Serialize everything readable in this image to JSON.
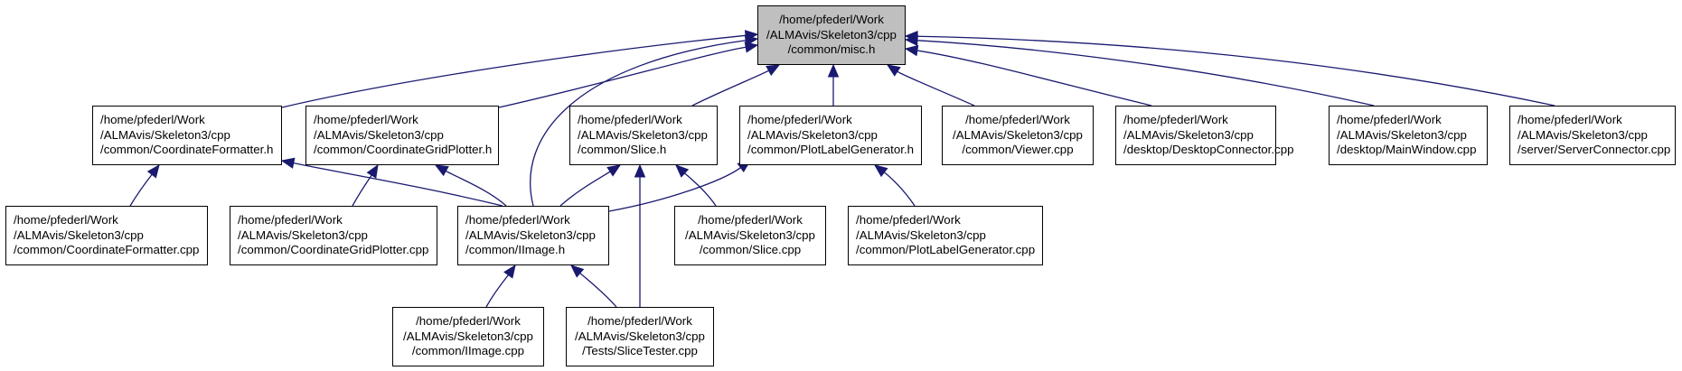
{
  "colors": {
    "edge": "#191970",
    "root_fill": "#bfbfbf",
    "node_fill": "#ffffff",
    "border": "#000000"
  },
  "nodes": {
    "misc_h": [
      "/home/pfederl/Work",
      "/ALMAvis/Skeleton3/cpp",
      "/common/misc.h"
    ],
    "coord_fmt_h": [
      "/home/pfederl/Work",
      "/ALMAvis/Skeleton3/cpp",
      "/common/CoordinateFormatter.h"
    ],
    "coord_grid_h": [
      "/home/pfederl/Work",
      "/ALMAvis/Skeleton3/cpp",
      "/common/CoordinateGridPlotter.h"
    ],
    "slice_h": [
      "/home/pfederl/Work",
      "/ALMAvis/Skeleton3/cpp",
      "/common/Slice.h"
    ],
    "plot_label_h": [
      "/home/pfederl/Work",
      "/ALMAvis/Skeleton3/cpp",
      "/common/PlotLabelGenerator.h"
    ],
    "viewer_cpp": [
      "/home/pfederl/Work",
      "/ALMAvis/Skeleton3/cpp",
      "/common/Viewer.cpp"
    ],
    "desktop_conn_cpp": [
      "/home/pfederl/Work",
      "/ALMAvis/Skeleton3/cpp",
      "/desktop/DesktopConnector.cpp"
    ],
    "main_window_cpp": [
      "/home/pfederl/Work",
      "/ALMAvis/Skeleton3/cpp",
      "/desktop/MainWindow.cpp"
    ],
    "server_conn_cpp": [
      "/home/pfederl/Work",
      "/ALMAvis/Skeleton3/cpp",
      "/server/ServerConnector.cpp"
    ],
    "coord_fmt_cpp": [
      "/home/pfederl/Work",
      "/ALMAvis/Skeleton3/cpp",
      "/common/CoordinateFormatter.cpp"
    ],
    "coord_grid_cpp": [
      "/home/pfederl/Work",
      "/ALMAvis/Skeleton3/cpp",
      "/common/CoordinateGridPlotter.cpp"
    ],
    "iimage_h": [
      "/home/pfederl/Work",
      "/ALMAvis/Skeleton3/cpp",
      "/common/IImage.h"
    ],
    "slice_cpp": [
      "/home/pfederl/Work",
      "/ALMAvis/Skeleton3/cpp",
      "/common/Slice.cpp"
    ],
    "plot_label_cpp": [
      "/home/pfederl/Work",
      "/ALMAvis/Skeleton3/cpp",
      "/common/PlotLabelGenerator.cpp"
    ],
    "iimage_cpp": [
      "/home/pfederl/Work",
      "/ALMAvis/Skeleton3/cpp",
      "/common/IImage.cpp"
    ],
    "slice_tester_cpp": [
      "/home/pfederl/Work",
      "/ALMAvis/Skeleton3/cpp",
      "/Tests/SliceTester.cpp"
    ]
  },
  "edges": [
    [
      "coord_fmt_h",
      "misc_h"
    ],
    [
      "coord_grid_h",
      "misc_h"
    ],
    [
      "iimage_h",
      "misc_h"
    ],
    [
      "slice_h",
      "misc_h"
    ],
    [
      "plot_label_h",
      "misc_h"
    ],
    [
      "viewer_cpp",
      "misc_h"
    ],
    [
      "desktop_conn_cpp",
      "misc_h"
    ],
    [
      "main_window_cpp",
      "misc_h"
    ],
    [
      "server_conn_cpp",
      "misc_h"
    ],
    [
      "coord_fmt_cpp",
      "coord_fmt_h"
    ],
    [
      "iimage_h",
      "coord_fmt_h"
    ],
    [
      "coord_grid_cpp",
      "coord_grid_h"
    ],
    [
      "iimage_h",
      "coord_grid_h"
    ],
    [
      "iimage_h",
      "slice_h"
    ],
    [
      "slice_cpp",
      "slice_h"
    ],
    [
      "slice_tester_cpp",
      "slice_h"
    ],
    [
      "iimage_h",
      "plot_label_h"
    ],
    [
      "plot_label_cpp",
      "plot_label_h"
    ],
    [
      "iimage_cpp",
      "iimage_h"
    ],
    [
      "slice_tester_cpp",
      "iimage_h"
    ]
  ]
}
